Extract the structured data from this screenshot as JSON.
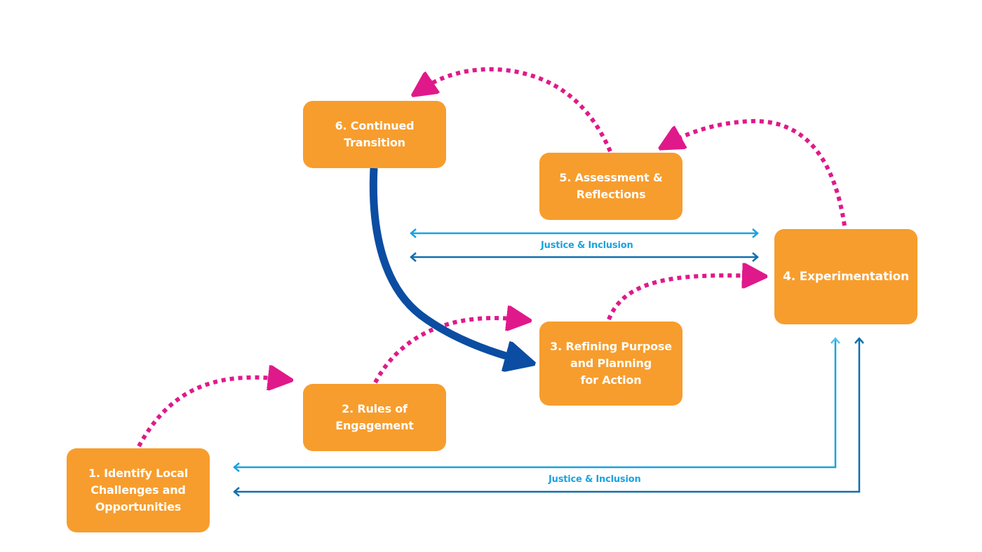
{
  "diagram": {
    "steps": [
      {
        "id": 1,
        "label": "1. Identify Local\nChallenges and\nOpportunities"
      },
      {
        "id": 2,
        "label": "2. Rules of\nEngagement"
      },
      {
        "id": 3,
        "label": "3. Refining Purpose\nand Planning\nfor Action"
      },
      {
        "id": 4,
        "label": "4. Experimentation"
      },
      {
        "id": 5,
        "label": "5. Assessment &\nReflections"
      },
      {
        "id": 6,
        "label": "6. Continued\nTransition"
      }
    ],
    "connectors": [
      {
        "from": 1,
        "to": 2,
        "style": "dotted",
        "color": "#e0198b"
      },
      {
        "from": 2,
        "to": 3,
        "style": "dotted",
        "color": "#e0198b"
      },
      {
        "from": 3,
        "to": 4,
        "style": "dotted",
        "color": "#e0198b"
      },
      {
        "from": 4,
        "to": 5,
        "style": "dotted",
        "color": "#e0198b"
      },
      {
        "from": 5,
        "to": 6,
        "style": "dotted",
        "color": "#e0198b"
      },
      {
        "from": 6,
        "to": 3,
        "style": "solid-thick",
        "color": "#0b4da2"
      }
    ],
    "justice_top": {
      "label": "Justice & Inclusion",
      "direction": "bidirectional"
    },
    "justice_bottom": {
      "label": "Justice & Inclusion",
      "direction": "from step 1 to step 4 and back"
    },
    "colors": {
      "box": "#f79d2d",
      "box_text": "#ffffff",
      "dotted_arrow": "#e0198b",
      "main_arrow": "#0b4da2",
      "light_blue": "#1aa3e0",
      "dark_blue": "#0f6fae"
    }
  }
}
